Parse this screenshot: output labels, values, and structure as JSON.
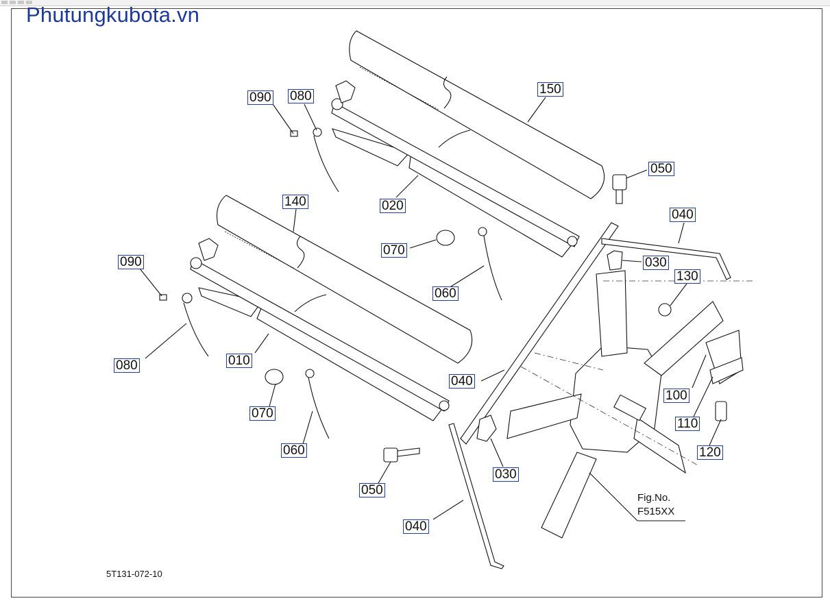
{
  "site": {
    "title": "Phutungkubota.vn"
  },
  "figure": {
    "code": "5T131-072-10",
    "note_line1": "Fig.No.",
    "note_line2": "F515XX"
  },
  "callouts": [
    {
      "id": "090a",
      "label": "090"
    },
    {
      "id": "080a",
      "label": "080"
    },
    {
      "id": "150",
      "label": "150"
    },
    {
      "id": "050a",
      "label": "050"
    },
    {
      "id": "020",
      "label": "020"
    },
    {
      "id": "040a",
      "label": "040"
    },
    {
      "id": "070a",
      "label": "070"
    },
    {
      "id": "030a",
      "label": "030"
    },
    {
      "id": "140",
      "label": "140"
    },
    {
      "id": "130",
      "label": "130"
    },
    {
      "id": "060a",
      "label": "060"
    },
    {
      "id": "090b",
      "label": "090"
    },
    {
      "id": "080b",
      "label": "080"
    },
    {
      "id": "010",
      "label": "010"
    },
    {
      "id": "040b",
      "label": "040"
    },
    {
      "id": "100",
      "label": "100"
    },
    {
      "id": "070b",
      "label": "070"
    },
    {
      "id": "110",
      "label": "110"
    },
    {
      "id": "120",
      "label": "120"
    },
    {
      "id": "060b",
      "label": "060"
    },
    {
      "id": "030b",
      "label": "030"
    },
    {
      "id": "050b",
      "label": "050"
    },
    {
      "id": "040c",
      "label": "040"
    }
  ]
}
